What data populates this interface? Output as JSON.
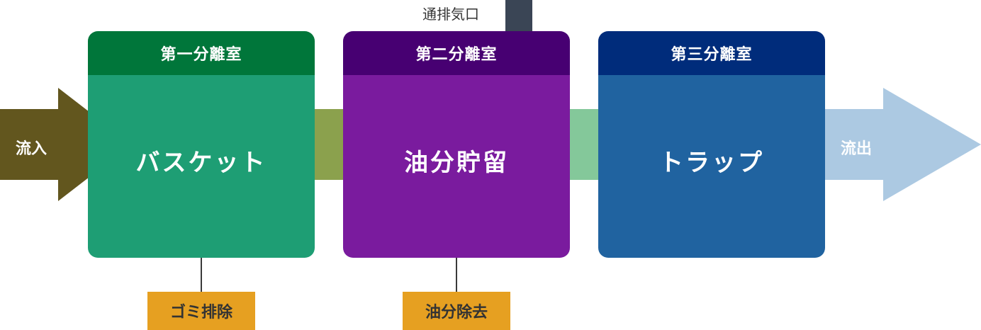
{
  "colors": {
    "inflow_arrow": "#62561e",
    "connector_1": "#8ba14d",
    "connector_2": "#84c89a",
    "outflow_arrow": "#acc9e2",
    "vent_pipe": "#3a4555",
    "tag_bg": "#e6a021",
    "chamber_1_header": "#00763a",
    "chamber_1_body": "#1e9e74",
    "chamber_2_header": "#470072",
    "chamber_2_body": "#7a1b9e",
    "chamber_3_header": "#002c7b",
    "chamber_3_body": "#2063a0"
  },
  "inflow": {
    "label": "流入"
  },
  "outflow": {
    "label": "流出"
  },
  "vent": {
    "label": "通排気口"
  },
  "chambers": [
    {
      "header": "第一分離室",
      "body": "バスケット"
    },
    {
      "header": "第二分離室",
      "body": "油分貯留"
    },
    {
      "header": "第三分離室",
      "body": "トラップ"
    }
  ],
  "tags": [
    {
      "label": "ゴミ排除"
    },
    {
      "label": "油分除去"
    }
  ]
}
